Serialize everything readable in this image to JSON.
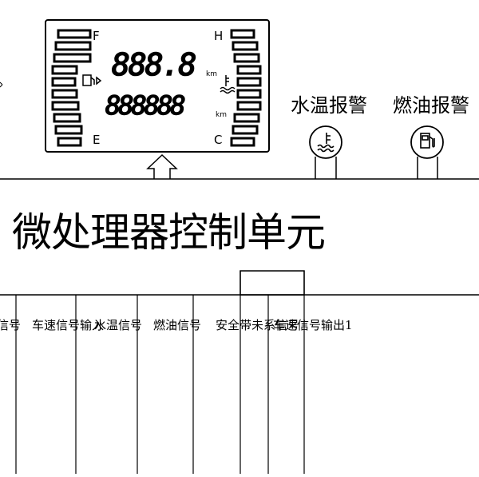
{
  "display": {
    "fuel_full": "F",
    "fuel_empty": "E",
    "temp_hot": "H",
    "temp_cold": "C",
    "speed_digits": "888.8",
    "speed_unit": "km",
    "odometer_digits": "888888",
    "odometer_unit": "km"
  },
  "alarms": [
    {
      "label": "水温报警",
      "icon": "coolant-temp-icon"
    },
    {
      "label": "燃油报警",
      "icon": "fuel-pump-icon"
    }
  ],
  "controller": {
    "title": "微处理器控制单元"
  },
  "signals": [
    "信号",
    "车速信号输入",
    "水温信号",
    "燃油信号",
    "安全带未系信号",
    "车速信号输出1"
  ]
}
